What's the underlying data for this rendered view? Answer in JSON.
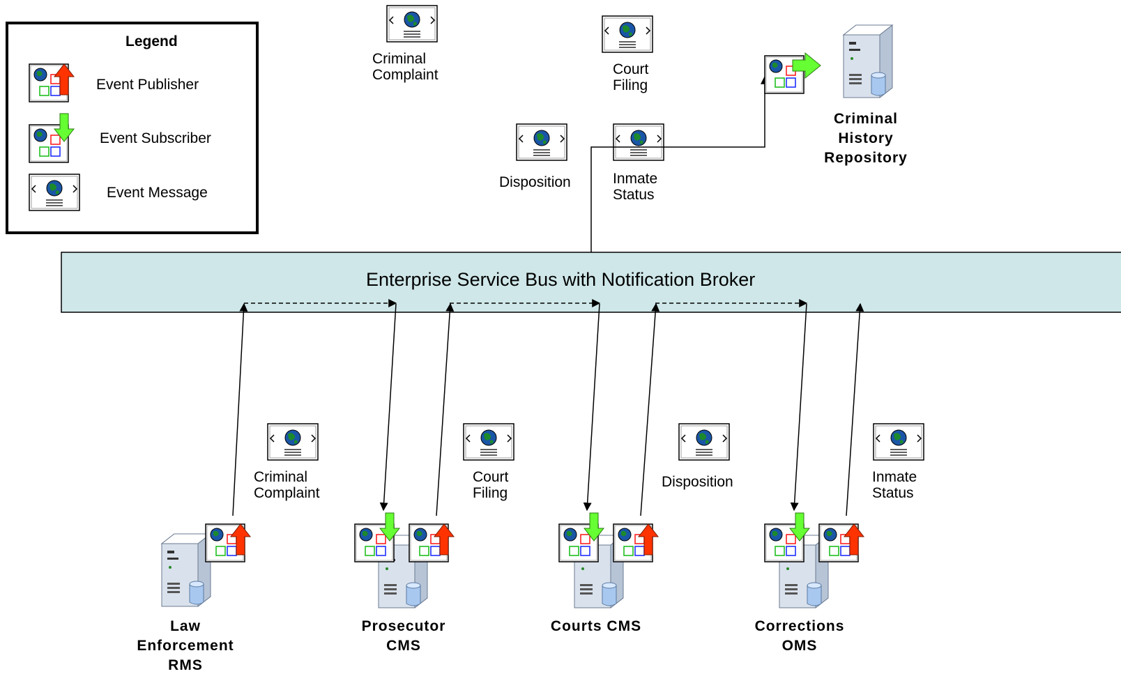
{
  "legend": {
    "title": "Legend",
    "publisher": "Event Publisher",
    "subscriber": "Event Subscriber",
    "message": "Event Message"
  },
  "bus": {
    "label": "Enterprise Service Bus with Notification Broker"
  },
  "top_messages": {
    "criminal_complaint": "Criminal\nComplaint",
    "court_filing": "Court\nFiling",
    "disposition": "Disposition",
    "inmate_status": "Inmate\nStatus"
  },
  "repository": {
    "label": "Criminal\nHistory\nRepository"
  },
  "bottom_messages": {
    "criminal_complaint": "Criminal\nComplaint",
    "court_filing": "Court\nFiling",
    "disposition": "Disposition",
    "inmate_status": "Inmate\nStatus"
  },
  "systems": {
    "law_enforcement": "Law\nEnforcement\nRMS",
    "prosecutor": "Prosecutor\nCMS",
    "courts": "Courts CMS",
    "corrections": "Corrections\nOMS"
  },
  "colors": {
    "bus_fill": "#cfe7e9",
    "publisher_arrow": "#ff3300",
    "subscriber_arrow": "#66ff33",
    "globe": "#1a56a6"
  },
  "icons": {
    "message": "event-message-icon",
    "publisher": "event-publisher-icon",
    "subscriber": "event-subscriber-icon",
    "server": "server-icon"
  }
}
